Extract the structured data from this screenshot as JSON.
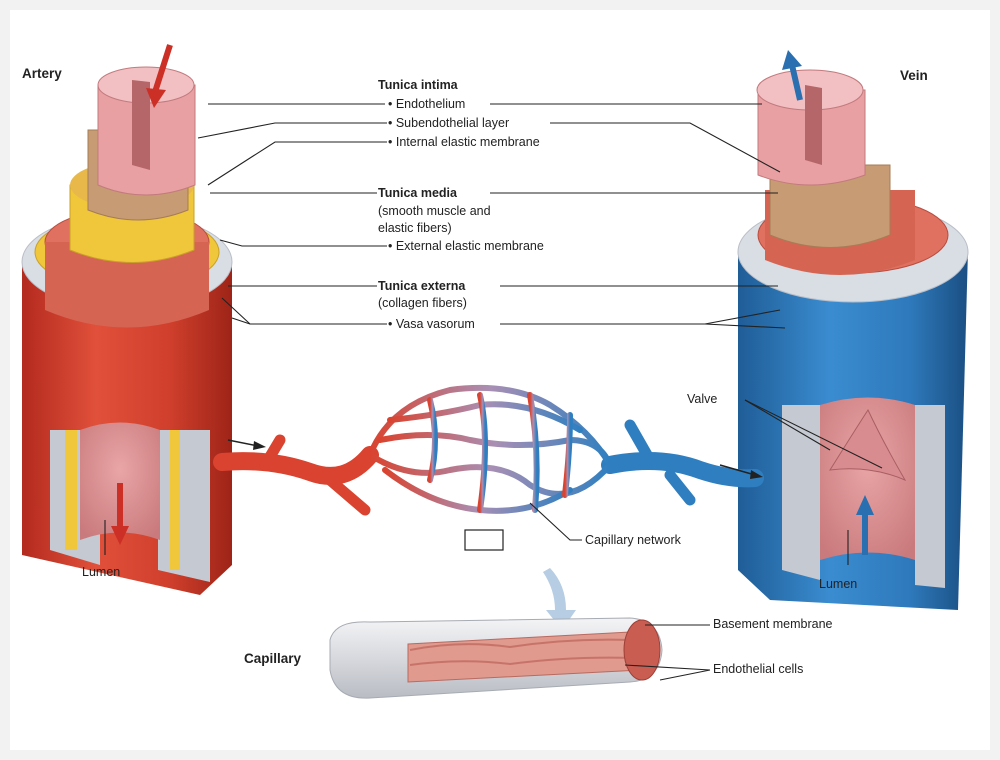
{
  "labels": {
    "artery": "Artery",
    "vein": "Vein",
    "tunica_intima": "Tunica intima",
    "endothelium": "• Endothelium",
    "subendothelial": "• Subendothelial layer",
    "internal_elastic": "• Internal elastic membrane",
    "tunica_media": "Tunica media",
    "media_desc_1": "(smooth muscle and",
    "media_desc_2": "elastic fibers)",
    "external_elastic": "• External elastic membrane",
    "tunica_externa": "Tunica externa",
    "externa_desc": "(collagen fibers)",
    "vasa_vasorum": "• Vasa vasorum",
    "valve": "Valve",
    "capillary_network": "Capillary network",
    "lumen_artery": "Lumen",
    "lumen_vein": "Lumen",
    "capillary": "Capillary",
    "basement_membrane": "Basement membrane",
    "endothelial_cells": "Endothelial cells"
  },
  "colors": {
    "artery": "#d2432f",
    "artery_dark": "#a8281c",
    "vein": "#2f7fc0",
    "vein_dark": "#1f5d97",
    "intima": "#e8a0a3",
    "subendothelial": "#c79b73",
    "elastic": "#f0c63a",
    "media": "#e0705f",
    "externa": "#d9dde4"
  }
}
